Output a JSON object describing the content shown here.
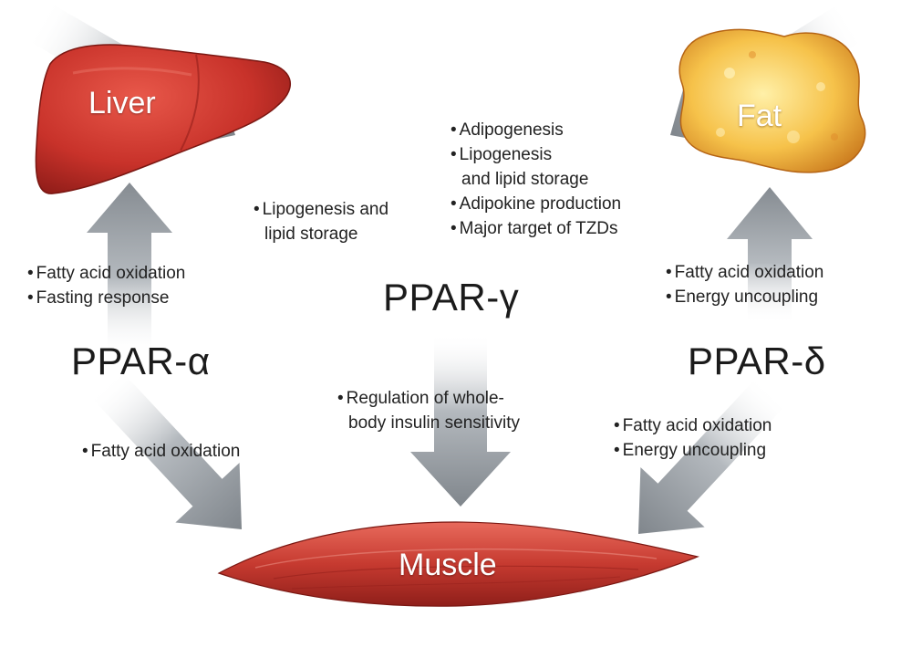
{
  "organs": {
    "liver": "Liver",
    "fat": "Fat",
    "muscle": "Muscle"
  },
  "receptors": {
    "alpha": "PPAR-α",
    "gamma": "PPAR-γ",
    "delta": "PPAR-δ"
  },
  "notes": {
    "alpha_to_liver": [
      "Fatty acid oxidation",
      "Fasting response"
    ],
    "alpha_to_muscle": [
      "Fatty acid oxidation"
    ],
    "gamma_to_liver": [
      "Lipogenesis and",
      "lipid storage"
    ],
    "gamma_to_fat": [
      "Adipogenesis",
      "Lipogenesis",
      "and lipid storage",
      "Adipokine production",
      "Major target of TZDs"
    ],
    "gamma_to_muscle": [
      "Regulation of whole-",
      "body insulin sensitivity"
    ],
    "delta_to_fat": [
      "Fatty acid oxidation",
      "Energy uncoupling"
    ],
    "delta_to_muscle": [
      "Fatty acid oxidation",
      "Energy uncoupling"
    ]
  },
  "colors": {
    "liver": "#c8322a",
    "fat": "#f2a52a",
    "muscle": "#c63a30",
    "arrow": "#8f959b"
  }
}
